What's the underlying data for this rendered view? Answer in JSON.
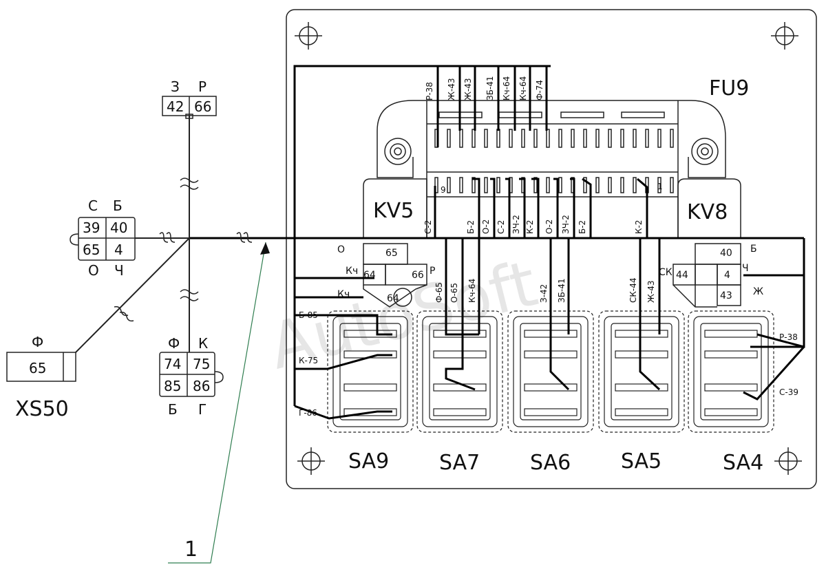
{
  "components": {
    "fuse_block": "FU9",
    "relay_left": "KV5",
    "relay_right": "KV8",
    "connector_xs50": "XS50",
    "switches": [
      "SA9",
      "SA7",
      "SA6",
      "SA5",
      "SA4"
    ],
    "leader_callout": "1"
  },
  "connector_top": {
    "letters": [
      "З",
      "Р"
    ],
    "pins": [
      "42",
      "66"
    ]
  },
  "connector_left": {
    "top_letters": [
      "С",
      "Б"
    ],
    "pins": [
      "39",
      "40",
      "65",
      "4"
    ],
    "bottom_letters": [
      "О",
      "Ч"
    ]
  },
  "connector_bottom": {
    "top_letters": [
      "Ф",
      "К"
    ],
    "pins": [
      "74",
      "75",
      "85",
      "86"
    ],
    "bottom_letters": [
      "Б",
      "Г"
    ]
  },
  "connector_xs50_data": {
    "letter": "Ф",
    "pin": "65"
  },
  "fuse_top_wires": [
    "Р-38",
    "Ж-43",
    "Ж-43",
    "ЗБ-41",
    "Кч-64",
    "Кч-64",
    "Ф-74"
  ],
  "fuse_bottom_wires": [
    "С-2",
    "Б-2",
    "О-2",
    "С-2",
    "ЗЧ-2",
    "К-2",
    "О-2",
    "ЗЧ-2",
    "Б-2",
    "К-2"
  ],
  "sa7_wires": [
    "Ф-65",
    "О-65",
    "Кч-64"
  ],
  "sa6_wires": [
    "З-42",
    "ЗБ-41"
  ],
  "sa5_wires": [
    "СК-44",
    "Ж-43"
  ],
  "sa9_wires": [
    "Б-85",
    "К-75",
    "Г-86"
  ],
  "sa4_wires": [
    "Р-38",
    "С-39"
  ],
  "kv5_pins": {
    "labels": [
      "О",
      "Кч",
      "Р",
      "Кч"
    ],
    "pins": [
      "65",
      "64",
      "66",
      "64"
    ]
  },
  "kv8_pins": {
    "labels": [
      "Б",
      "СК",
      "Ч",
      "Ж"
    ],
    "pins": [
      "40",
      "44",
      "4",
      "43"
    ]
  },
  "fuse_markers": [
    "9",
    "1"
  ],
  "watermark": "AutoSoft"
}
